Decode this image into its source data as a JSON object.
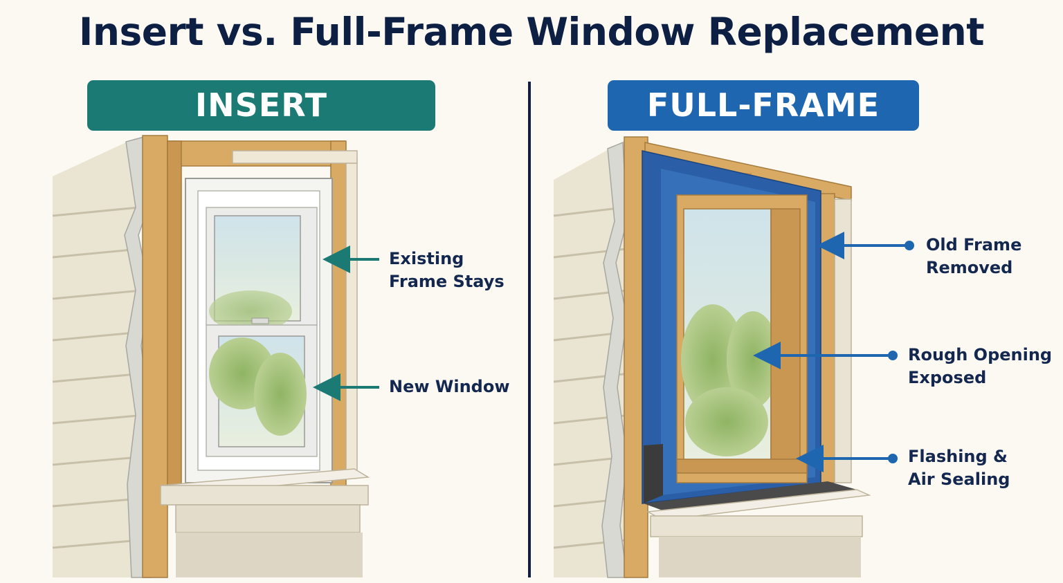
{
  "title": "Insert vs. Full-Frame Window Replacement",
  "panels": {
    "insert": {
      "badge": "INSERT",
      "callouts": [
        {
          "line1": "Existing",
          "line2": "Frame Stays"
        },
        {
          "line1": "New Window"
        }
      ]
    },
    "full_frame": {
      "badge": "FULL-FRAME",
      "callouts": [
        {
          "line1": "Old Frame",
          "line2": "Removed"
        },
        {
          "line1": "Rough Opening",
          "line2": "Exposed"
        },
        {
          "line1": "Flashing &",
          "line2": "Air Sealing"
        }
      ]
    }
  },
  "colors": {
    "title": "#0e1f44",
    "insert_badge": "#1b7a73",
    "full_frame_badge": "#1f66b0",
    "insert_arrow": "#1b7a73",
    "full_frame_arrow": "#1f66b0",
    "divider": "#0e1f44",
    "siding": "#eae4d3",
    "wood": "#d8aa64",
    "wrap": "#2a5fa8"
  }
}
